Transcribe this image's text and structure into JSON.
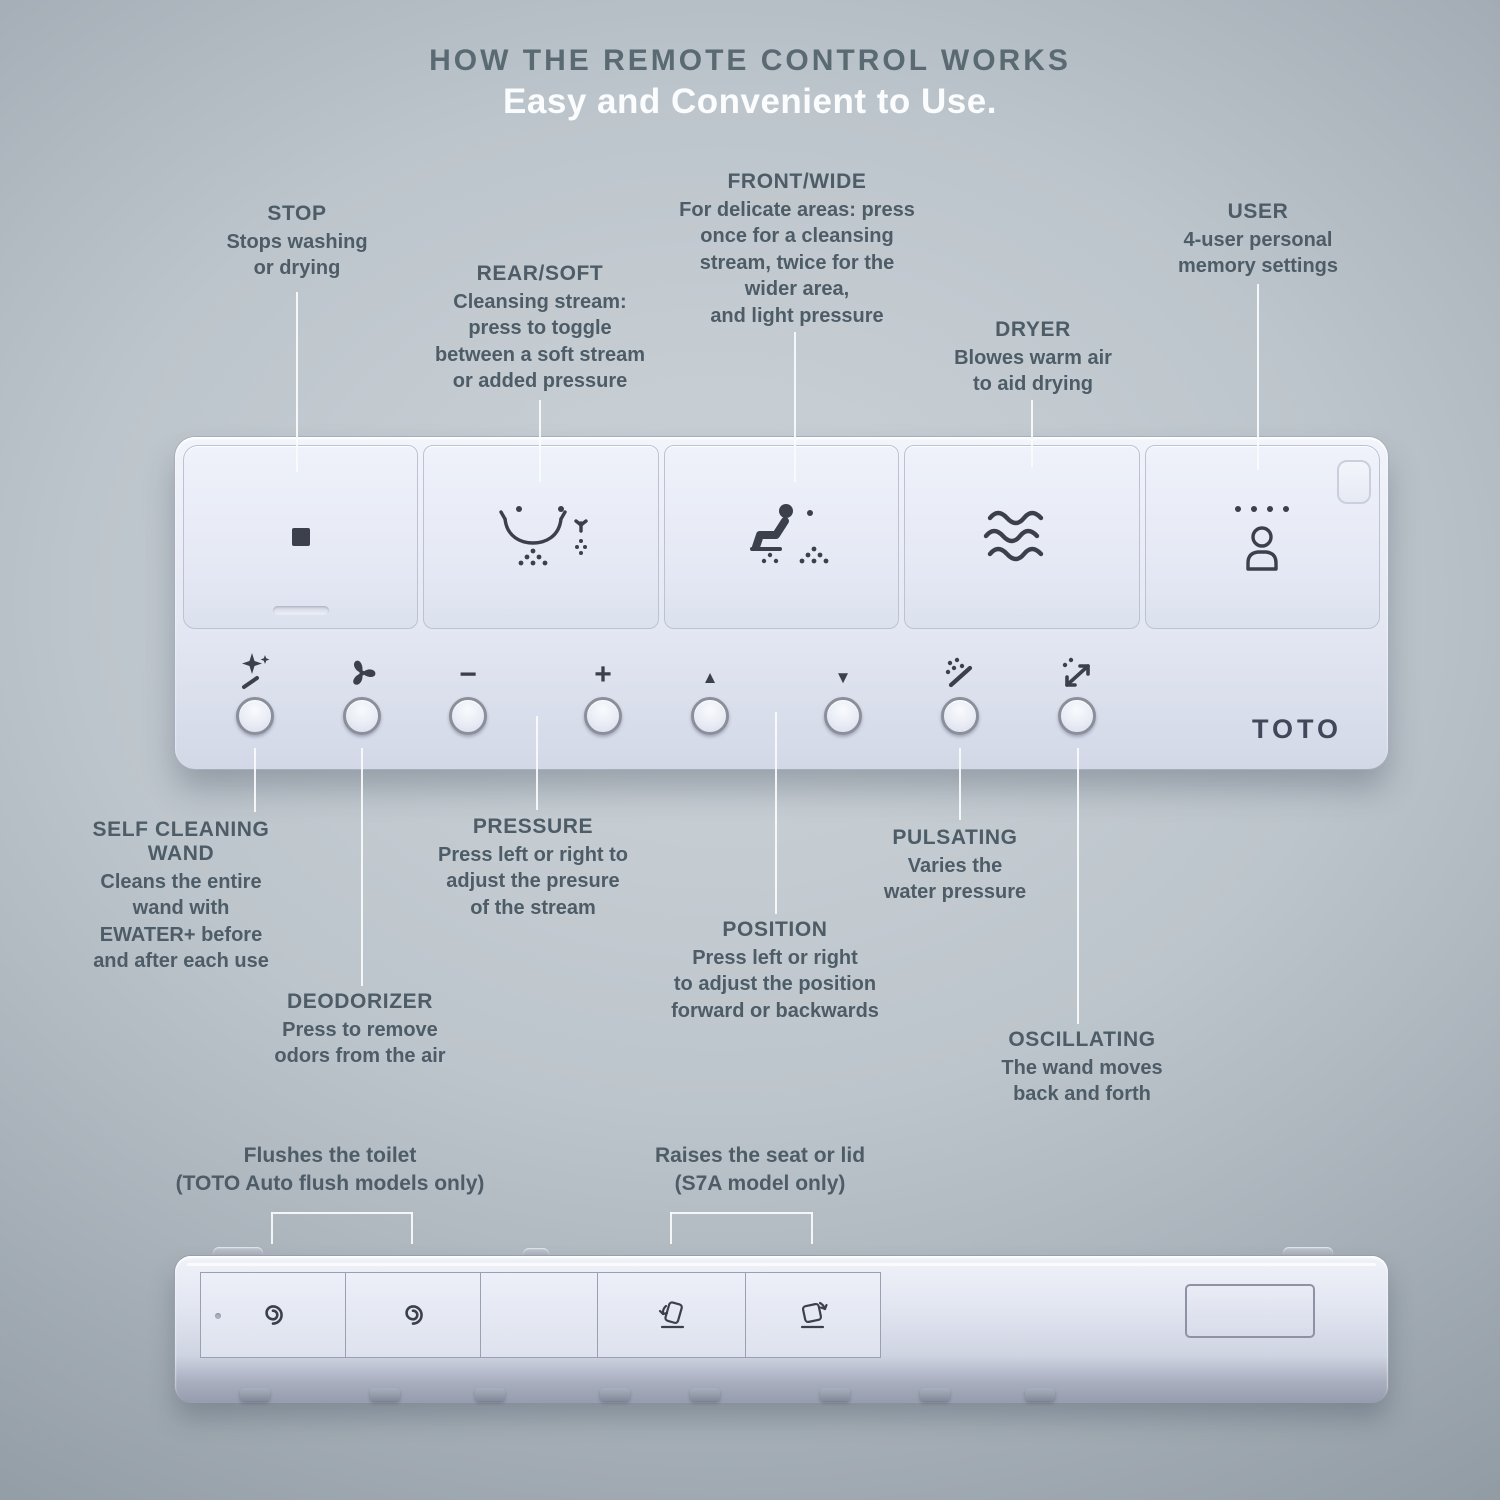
{
  "header": {
    "title": "HOW THE REMOTE CONTROL WORKS",
    "subtitle": "Easy and Convenient to Use."
  },
  "callouts": {
    "stop": {
      "title": "STOP",
      "body": "Stops washing\nor drying"
    },
    "rear_soft": {
      "title": "REAR/SOFT",
      "body": "Cleansing stream:\npress to toggle\nbetween a soft stream\nor added pressure"
    },
    "front_wide": {
      "title": "FRONT/WIDE",
      "body": "For delicate areas: press\nonce for a cleansing\nstream, twice for the\nwider area,\nand light pressure"
    },
    "dryer": {
      "title": "DRYER",
      "body": "Blowes warm air\nto aid drying"
    },
    "user": {
      "title": "USER",
      "body": "4-user personal\nmemory settings"
    },
    "self_cleaning_wand": {
      "title": "SELF CLEANING\nWAND",
      "body": "Cleans the entire\nwand with\nEWATER+ before\nand after each use"
    },
    "deodorizer": {
      "title": "DEODORIZER",
      "body": "Press to remove\nodors from the air"
    },
    "pressure": {
      "title": "PRESSURE",
      "body": "Press left or right to\nadjust the presure\nof the stream"
    },
    "position": {
      "title": "POSITION",
      "body": "Press left or right\nto adjust the position\nforward or backwards"
    },
    "pulsating": {
      "title": "PULSATING",
      "body": "Varies the\nwater pressure"
    },
    "oscillating": {
      "title": "OSCILLATING",
      "body": "The wand moves\nback and forth"
    },
    "flush": {
      "title": "Flushes the toilet\n(TOTO Auto flush models only)"
    },
    "seat_lid": {
      "title": "Raises the seat or lid\n(S7A model only)"
    }
  },
  "remote": {
    "brand": "TOTO",
    "icons": {
      "minus": "−",
      "plus": "+",
      "up": "▲",
      "down": "▼"
    }
  },
  "colors": {
    "annotation_text": "#4d5c66",
    "subtitle_text": "#ffffff",
    "leader_line": "#fafbfc",
    "remote_face": "#e4e8f3",
    "icon_ink": "#3b404c"
  }
}
